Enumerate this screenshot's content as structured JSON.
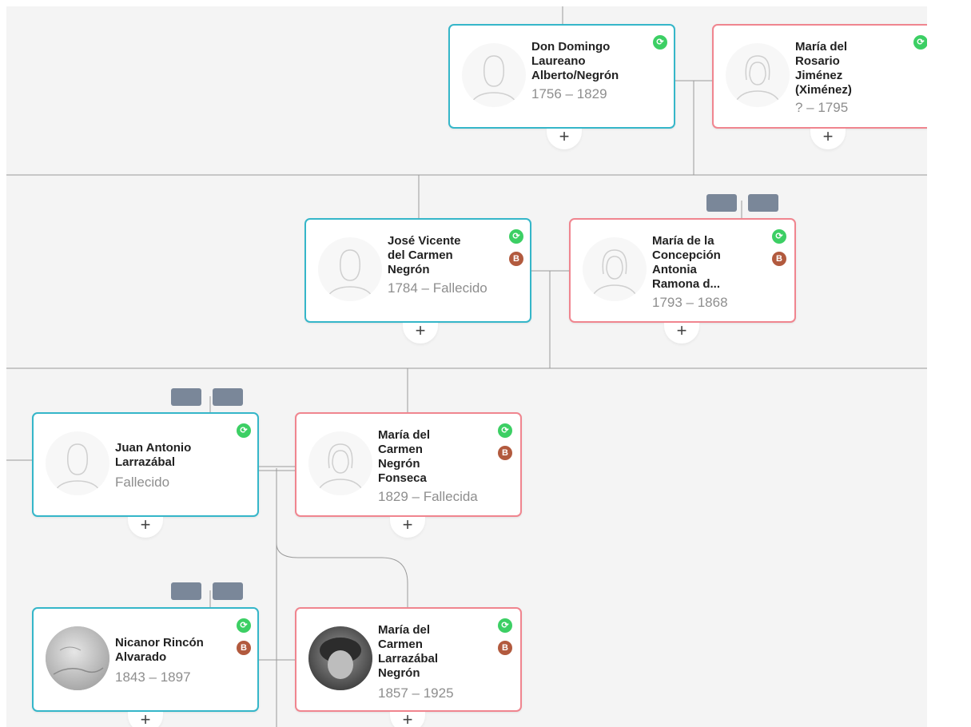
{
  "people": {
    "domingo": {
      "name": [
        "Don Domingo",
        "Laureano",
        "Alberto/Negrón"
      ],
      "dates": "1756 – 1829"
    },
    "rosario": {
      "name": [
        "María del",
        "Rosario",
        "Jiménez",
        "(Ximénez)"
      ],
      "dates": "? – 1795"
    },
    "jose": {
      "name": [
        "José Vicente",
        "del Carmen",
        "Negrón"
      ],
      "dates": "1784 – Fallecido"
    },
    "concepcion": {
      "name": [
        "María de la",
        "Concepción",
        "Antonia",
        "Ramona d..."
      ],
      "dates": "1793 – 1868"
    },
    "juan": {
      "name": [
        "Juan Antonio",
        "Larrazábal"
      ],
      "dates": "Fallecido"
    },
    "carmen_fonseca": {
      "name": [
        "María del",
        "Carmen",
        "Negrón",
        "Fonseca"
      ],
      "dates": "1829 – Fallecida"
    },
    "nicanor": {
      "name": [
        "Nicanor Rincón",
        "Alvarado"
      ],
      "dates": "1843 – 1897"
    },
    "carmen_larrazabal": {
      "name": [
        "María del",
        "Carmen",
        "Larrazábal",
        "Negrón"
      ],
      "dates": "1857 – 1925"
    }
  },
  "badges": {
    "hint": "⟳",
    "record": "B"
  },
  "add_symbol": "+",
  "icons": {
    "hint": "green-hint-icon",
    "record": "brown-record-icon",
    "male_silhouette": "male-silhouette-icon",
    "female_silhouette": "female-silhouette-icon",
    "photo": "photo-portrait"
  },
  "colors": {
    "male_border": "#35b6c9",
    "female_border": "#f0858f",
    "hint_green": "#3ccf64",
    "record_brown": "#b25a3e",
    "canvas": "#f4f4f4",
    "connector": "#9a9a9a"
  }
}
